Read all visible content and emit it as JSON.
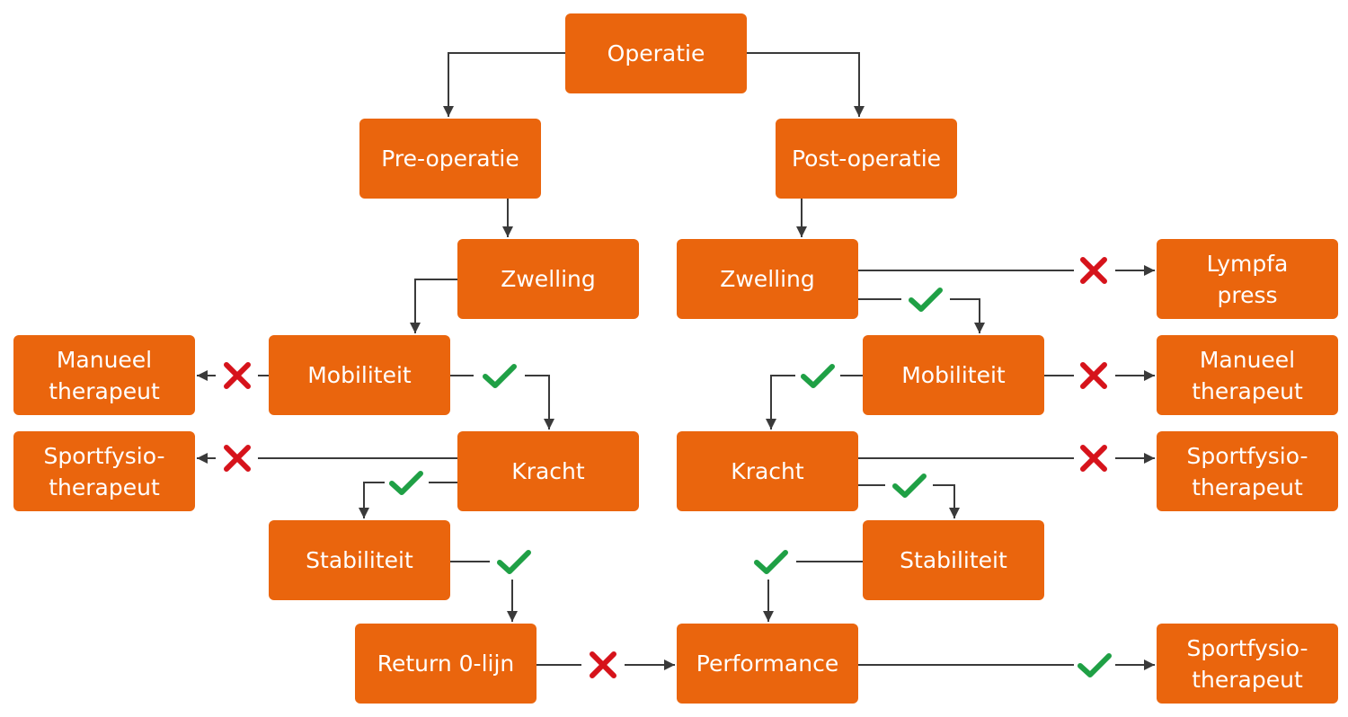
{
  "colors": {
    "node_fill": "#EA650D",
    "node_text": "#ffffff",
    "line": "#3a3a3a",
    "check": "#1fa045",
    "cross": "#d6131b"
  },
  "nodes": {
    "operatie": "Operatie",
    "pre_operatie": "Pre-operatie",
    "post_operatie": "Post-operatie",
    "pre_zwelling": "Zwelling",
    "pre_mobiliteit": "Mobiliteit",
    "pre_manueel": "Manueel\ntherapeut",
    "pre_kracht": "Kracht",
    "pre_sportfysio": "Sportfysio-\ntherapeut",
    "pre_stabiliteit": "Stabiliteit",
    "return_0lijn": "Return 0-lijn",
    "post_zwelling": "Zwelling",
    "lympfa_press": "Lympfa\npress",
    "post_mobiliteit": "Mobiliteit",
    "post_manueel": "Manueel\ntherapeut",
    "post_kracht": "Kracht",
    "post_sportfysio": "Sportfysio-\ntherapeut",
    "post_stabiliteit": "Stabiliteit",
    "performance": "Performance",
    "final_sportfysio": "Sportfysio-\ntherapeut"
  },
  "edges": [
    {
      "from": "operatie",
      "to": "pre_operatie",
      "marker": "none"
    },
    {
      "from": "operatie",
      "to": "post_operatie",
      "marker": "none"
    },
    {
      "from": "pre_operatie",
      "to": "pre_zwelling",
      "marker": "none"
    },
    {
      "from": "pre_zwelling",
      "to": "pre_mobiliteit",
      "marker": "none"
    },
    {
      "from": "pre_mobiliteit",
      "to": "pre_manueel",
      "marker": "cross"
    },
    {
      "from": "pre_mobiliteit",
      "to": "pre_kracht",
      "marker": "check"
    },
    {
      "from": "pre_kracht",
      "to": "pre_sportfysio",
      "marker": "cross"
    },
    {
      "from": "pre_kracht",
      "to": "pre_stabiliteit",
      "marker": "check"
    },
    {
      "from": "pre_stabiliteit",
      "to": "return_0lijn",
      "marker": "check"
    },
    {
      "from": "return_0lijn",
      "to": "performance",
      "marker": "cross"
    },
    {
      "from": "post_operatie",
      "to": "post_zwelling",
      "marker": "none"
    },
    {
      "from": "post_zwelling",
      "to": "lympfa_press",
      "marker": "cross"
    },
    {
      "from": "post_zwelling",
      "to": "post_mobiliteit",
      "marker": "check"
    },
    {
      "from": "post_mobiliteit",
      "to": "post_manueel",
      "marker": "cross"
    },
    {
      "from": "post_mobiliteit",
      "to": "post_kracht",
      "marker": "check"
    },
    {
      "from": "post_kracht",
      "to": "post_sportfysio",
      "marker": "cross"
    },
    {
      "from": "post_kracht",
      "to": "post_stabiliteit",
      "marker": "check"
    },
    {
      "from": "post_stabiliteit",
      "to": "performance",
      "marker": "check"
    },
    {
      "from": "performance",
      "to": "final_sportfysio",
      "marker": "check"
    }
  ]
}
